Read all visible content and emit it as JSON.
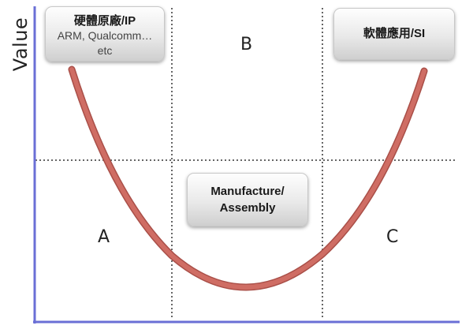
{
  "axis": {
    "y_label": "Value"
  },
  "boxes": {
    "hardware": {
      "title": "硬體原廠/IP",
      "subtitle_line1": "ARM, Qualcomm…",
      "subtitle_line2": "etc"
    },
    "software": {
      "title": "軟體應用/SI"
    },
    "manufacture": {
      "title_line1": "Manufacture/",
      "title_line2": "Assembly"
    }
  },
  "quadrants": {
    "a": "A",
    "b": "B",
    "c": "C"
  },
  "colors": {
    "axis": "#6a6fd6",
    "curve": "#c8665e",
    "curve_edge": "#a94f48",
    "dotted": "#333333"
  }
}
